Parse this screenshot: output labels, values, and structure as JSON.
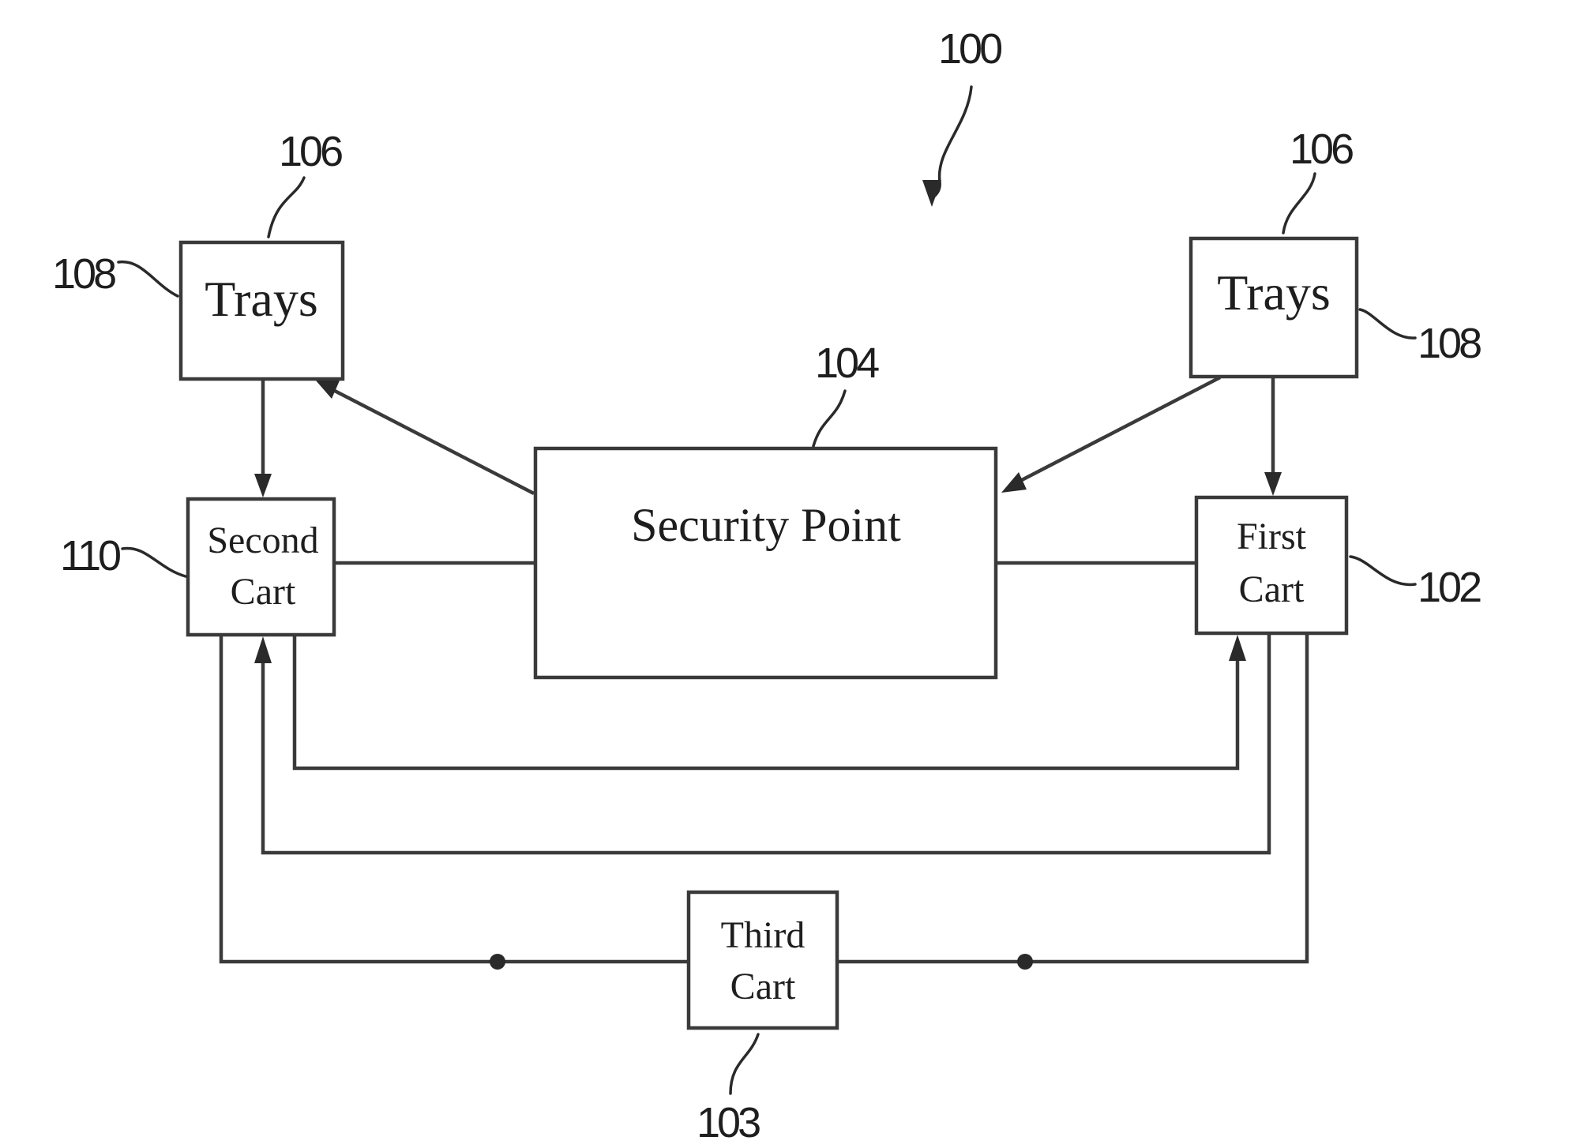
{
  "figure_number": "100",
  "blocks": {
    "trays_left": {
      "label": "Trays",
      "ref": "106",
      "ref_side": "108"
    },
    "trays_right": {
      "label": "Trays",
      "ref": "106",
      "ref_side": "108"
    },
    "security_point": {
      "label": "Security Point",
      "ref": "104"
    },
    "second_cart": {
      "label_line1": "Second",
      "label_line2": "Cart",
      "ref": "110"
    },
    "first_cart": {
      "label_line1": "First",
      "label_line2": "Cart",
      "ref": "102"
    },
    "third_cart": {
      "label_line1": "Third",
      "label_line2": "Cart",
      "ref": "103"
    }
  }
}
